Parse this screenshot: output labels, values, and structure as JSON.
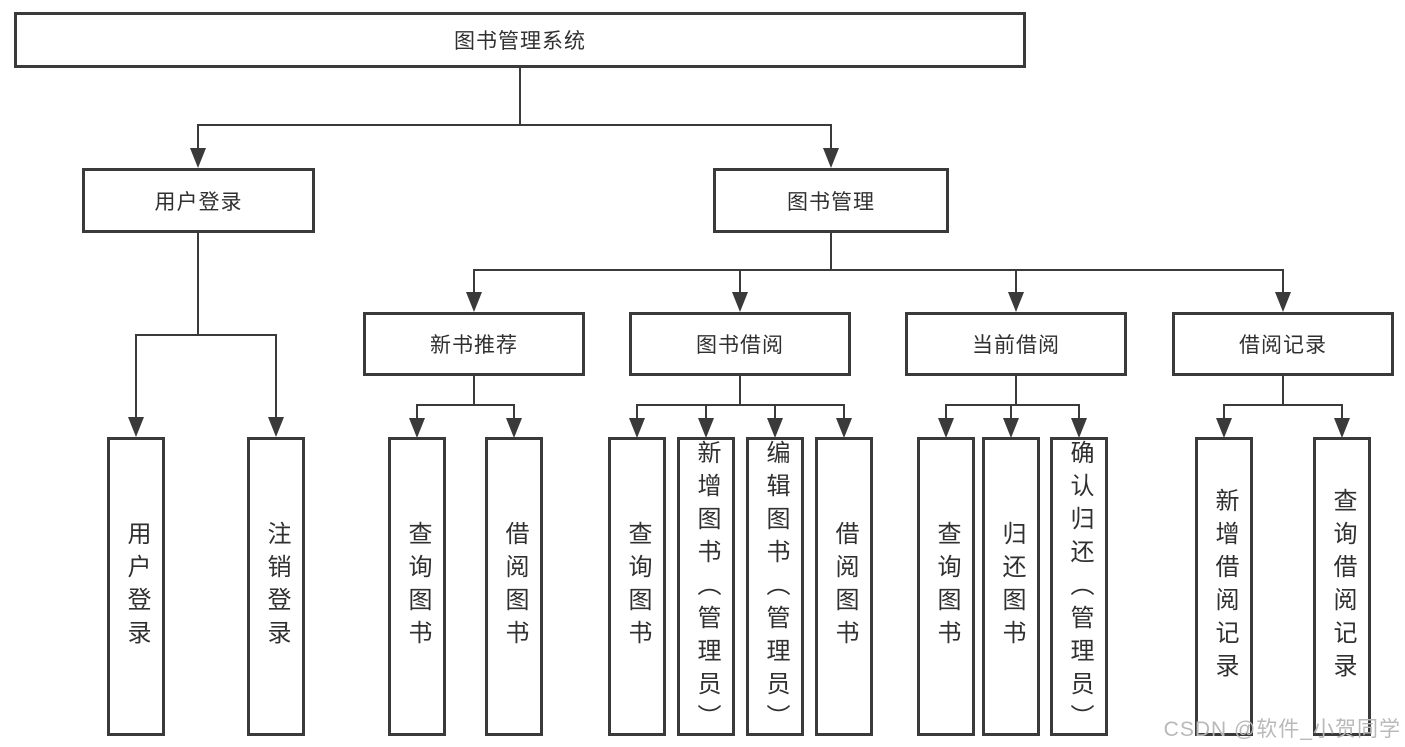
{
  "tree": {
    "root": "图书管理系统",
    "children": [
      {
        "label": "用户登录",
        "children": [
          {
            "label": "用户登录"
          },
          {
            "label": "注销登录"
          }
        ]
      },
      {
        "label": "图书管理",
        "children": [
          {
            "label": "新书推荐",
            "children": [
              {
                "label": "查询图书"
              },
              {
                "label": "借阅图书"
              }
            ]
          },
          {
            "label": "图书借阅",
            "children": [
              {
                "label": "查询图书"
              },
              {
                "label": "新增图书（管理员）"
              },
              {
                "label": "编辑图书（管理员）"
              },
              {
                "label": "借阅图书"
              }
            ]
          },
          {
            "label": "当前借阅",
            "children": [
              {
                "label": "查询图书"
              },
              {
                "label": "归还图书"
              },
              {
                "label": "确认归还（管理员）"
              }
            ]
          },
          {
            "label": "借阅记录",
            "children": [
              {
                "label": "新增借阅记录"
              },
              {
                "label": "查询借阅记录"
              }
            ]
          }
        ]
      }
    ]
  },
  "watermark": "CSDN @软件_小贺同学",
  "colors": {
    "line": "#3a3a3a",
    "text": "#303030",
    "watermark": "#b9b9b9",
    "background": "#ffffff"
  }
}
